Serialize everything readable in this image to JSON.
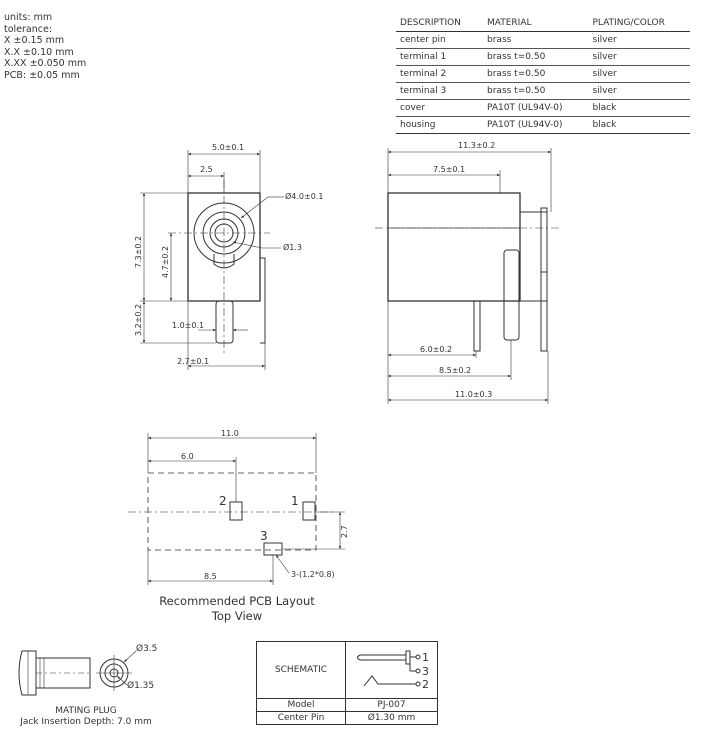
{
  "tolerance": {
    "lines": [
      "units: mm",
      "tolerance:",
      "X ±0.15 mm",
      "X.X ±0.10 mm",
      "X.XX ±0.050 mm",
      "PCB: ±0.05 mm"
    ]
  },
  "materials": {
    "headers": [
      "DESCRIPTION",
      "MATERIAL",
      "PLATING/COLOR"
    ],
    "rows": [
      [
        "center pin",
        "brass",
        "silver"
      ],
      [
        "terminal 1",
        "brass t=0.50",
        "silver"
      ],
      [
        "terminal 2",
        "brass t=0.50",
        "silver"
      ],
      [
        "terminal 3",
        "brass t=0.50",
        "silver"
      ],
      [
        "cover",
        "PA10T (UL94V-0)",
        "black"
      ],
      [
        "housing",
        "PA10T (UL94V-0)",
        "black"
      ]
    ]
  },
  "front_view": {
    "dims": {
      "width": "5.0±0.1",
      "half": "2.5",
      "hole": "Ø4.0±0.1",
      "pin": "Ø1.3",
      "height": "7.3±0.2",
      "center": "4.7±0.2",
      "pin_len": "3.2±0.2",
      "pin_w": "1.0±0.1",
      "pin_pos": "2.7±0.1"
    }
  },
  "side_view": {
    "dims": {
      "total": "11.3±0.2",
      "d1": "7.5±0.1",
      "d2": "6.0±0.2",
      "d3": "8.5±0.2",
      "d4": "11.0±0.3"
    }
  },
  "pcb": {
    "dims": {
      "w": "11.0",
      "a": "6.0",
      "b": "8.5",
      "h": "2.7",
      "slots": "3-(1.2*0.8)"
    },
    "pins": [
      "2",
      "1",
      "3"
    ],
    "caption": [
      "Recommended PCB Layout",
      "Top View"
    ]
  },
  "plug": {
    "d1": "Ø3.5",
    "d2": "Ø1.35",
    "caption": [
      "MATING PLUG",
      "Jack Insertion Depth: 7.0 mm"
    ]
  },
  "schematic": {
    "label": "SCHEMATIC",
    "pins": [
      "1",
      "3",
      "2"
    ],
    "model_label": "Model",
    "model_value": "PJ-007",
    "center_pin_label": "Center Pin",
    "center_pin_value": "Ø1.30 mm"
  }
}
